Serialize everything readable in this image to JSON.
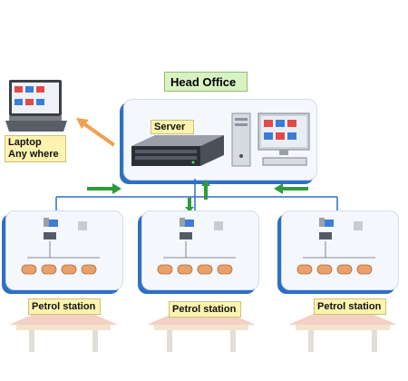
{
  "head_office": {
    "label": "Head Office"
  },
  "server": {
    "label": "Server"
  },
  "laptop": {
    "label_line1": "Laptop",
    "label_line2": "Any where"
  },
  "stations": [
    {
      "label": "Petrol station"
    },
    {
      "label": "Petrol station"
    },
    {
      "label": "Petrol station"
    }
  ],
  "colors": {
    "accent_blue": "#2f6fc3",
    "arrow_green": "#2f9a3a",
    "arrow_orange": "#f0a050",
    "label_yellow": "#fdf3b0",
    "label_green": "#d9f2c4"
  },
  "icons": [
    "laptop-icon",
    "server-icon",
    "desktop-monitor-icon",
    "tower-pc-icon",
    "fuel-tank-icon",
    "arrow-icon"
  ]
}
